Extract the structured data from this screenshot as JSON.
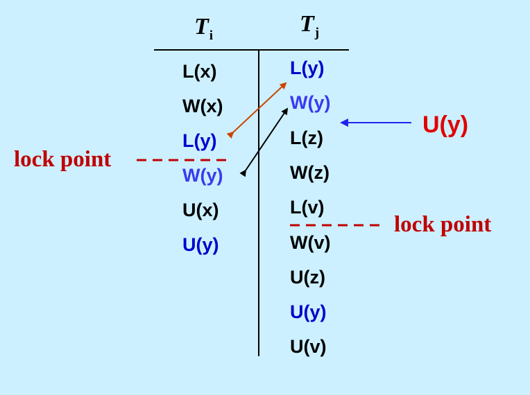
{
  "headers": {
    "ti": {
      "letter": "T",
      "sub": "i"
    },
    "tj": {
      "letter": "T",
      "sub": "j"
    }
  },
  "ti_ops": [
    "L(x)",
    "W(x)",
    "L(y)",
    "W(y)",
    "U(x)",
    "U(y)"
  ],
  "tj_ops": [
    "L(y)",
    "W(y)",
    "L(z)",
    "W(z)",
    "L(v)",
    "W(v)",
    "U(z)",
    "U(y)",
    "U(v)"
  ],
  "labels": {
    "lock_point_left": "lock point",
    "lock_point_right": "lock point",
    "unlock_callout": "U(y)"
  },
  "colors": {
    "background": "#ccf0ff",
    "op_default": "#000000",
    "op_highlight": "#0000cc",
    "op_highlight_light": "#3a3aee",
    "lock_point": "#c00000",
    "callout": "#e00000",
    "callout_arrow": "#2222ee",
    "conflict_arrow_orange": "#cc4400",
    "conflict_arrow_black": "#000000"
  }
}
